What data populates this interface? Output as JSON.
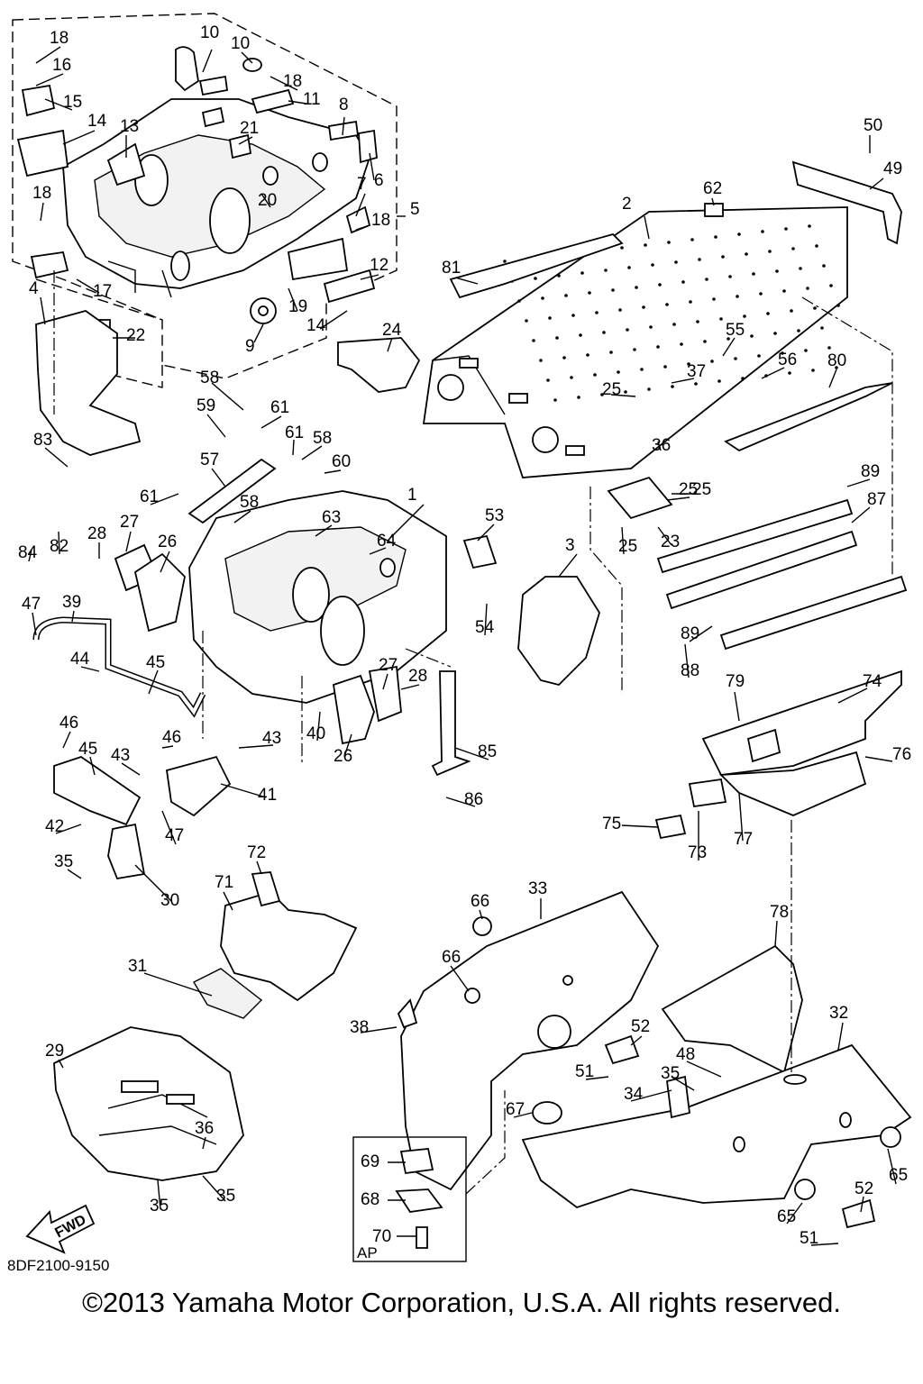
{
  "diagram": {
    "reference_code": "8DF2100-9150",
    "copyright": "©2013 Yamaha Motor Corporation, U.S.A. All rights reserved.",
    "direction_label": "FWD",
    "inset_label": "AP",
    "callouts": [
      "1",
      "2",
      "3",
      "4",
      "5",
      "6",
      "7",
      "8",
      "9",
      "10",
      "10",
      "11",
      "12",
      "13",
      "14",
      "14",
      "15",
      "16",
      "17",
      "18",
      "18",
      "18",
      "18",
      "19",
      "20",
      "21",
      "22",
      "23",
      "24",
      "25",
      "25",
      "25",
      "25",
      "26",
      "26",
      "27",
      "27",
      "28",
      "28",
      "29",
      "30",
      "31",
      "32",
      "33",
      "34",
      "35",
      "35",
      "35",
      "35",
      "36",
      "36",
      "37",
      "38",
      "39",
      "40",
      "41",
      "42",
      "43",
      "43",
      "44",
      "45",
      "45",
      "46",
      "46",
      "47",
      "47",
      "48",
      "49",
      "50",
      "51",
      "51",
      "52",
      "52",
      "53",
      "54",
      "55",
      "56",
      "57",
      "58",
      "58",
      "58",
      "59",
      "60",
      "61",
      "61",
      "61",
      "62",
      "63",
      "64",
      "65",
      "65",
      "66",
      "66",
      "67",
      "68",
      "69",
      "70",
      "71",
      "72",
      "73",
      "74",
      "75",
      "76",
      "77",
      "78",
      "79",
      "80",
      "81",
      "82",
      "83",
      "84",
      "85",
      "86",
      "87",
      "88",
      "89",
      "89"
    ]
  }
}
